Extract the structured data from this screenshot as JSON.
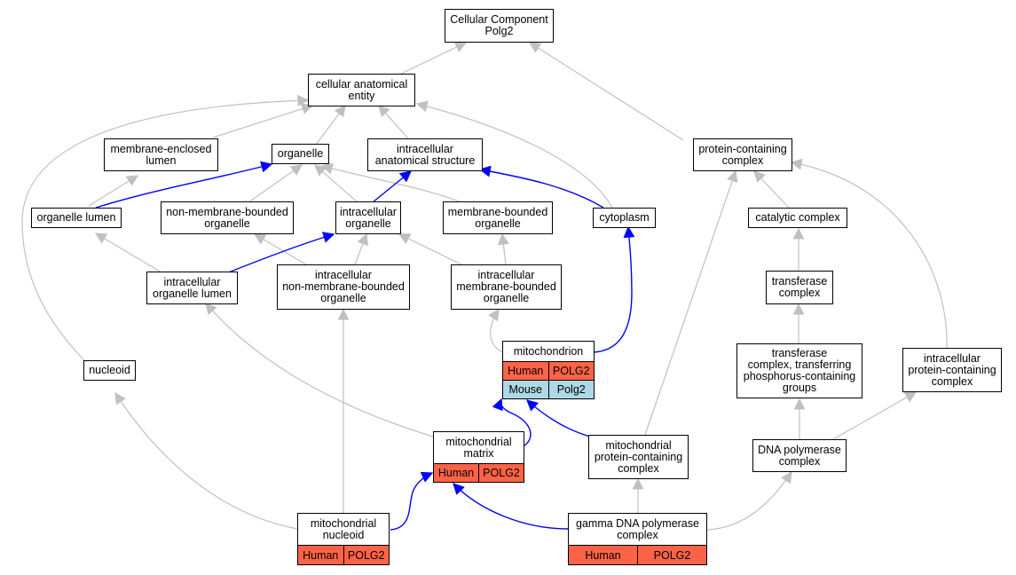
{
  "colors": {
    "grey_edge": "#c0c0c0",
    "blue_edge": "#0000ff",
    "human": "#ff6347",
    "mouse": "#add8e6"
  },
  "nodes": {
    "root": "Cellular Component\nPolg2",
    "cae": "cellular anatomical\nentity",
    "mel": "membrane-enclosed\nlumen",
    "organelle": "organelle",
    "ias": "intracellular\nanatomical structure",
    "pcc": "protein-containing\ncomplex",
    "ol": "organelle lumen",
    "nmbo": "non-membrane-bounded\norganelle",
    "io": "intracellular\norganelle",
    "mbo": "membrane-bounded\norganelle",
    "cytoplasm": "cytoplasm",
    "cc": "catalytic complex",
    "iol": "intracellular\norganelle lumen",
    "inmbo": "intracellular\nnon-membrane-bounded\norganelle",
    "imbo": "intracellular\nmembrane-bounded\norganelle",
    "tc": "transferase\ncomplex",
    "mito": "mitochondrion",
    "nucleoid": "nucleoid",
    "tcp": "transferase\ncomplex, transferring\nphosphorus-containing\ngroups",
    "ipcc": "intracellular\nprotein-containing\ncomplex",
    "mm": "mitochondrial\nmatrix",
    "mpcc": "mitochondrial\nprotein-containing\ncomplex",
    "dnapc": "DNA polymerase\ncomplex",
    "mn": "mitochondrial\nnucleoid",
    "gdpc": "gamma DNA polymerase\ncomplex"
  },
  "cells": {
    "mito_human": {
      "species": "Human",
      "gene": "POLG2"
    },
    "mito_mouse": {
      "species": "Mouse",
      "gene": "Polg2"
    },
    "mm_human": {
      "species": "Human",
      "gene": "POLG2"
    },
    "mn_human": {
      "species": "Human",
      "gene": "POLG2"
    },
    "gdpc_human": {
      "species": "Human",
      "gene": "POLG2"
    }
  }
}
